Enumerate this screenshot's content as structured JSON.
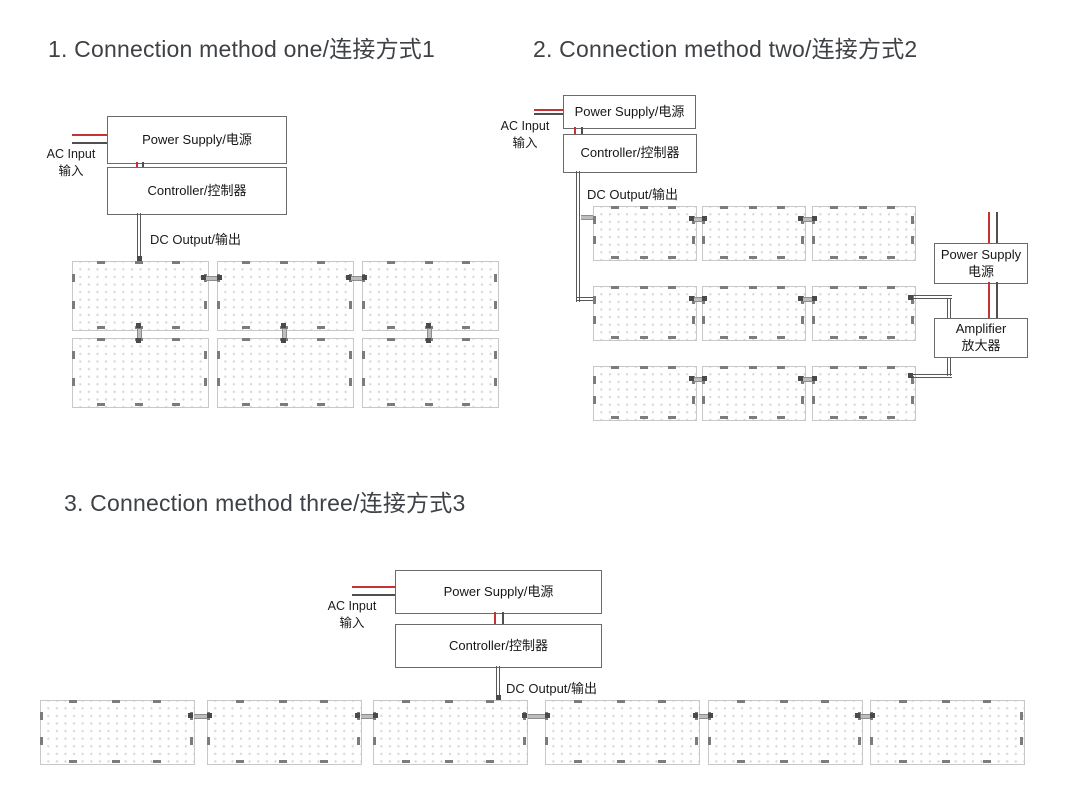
{
  "colors": {
    "wire_red": "#c53434",
    "wire_dark": "#4f4f4f",
    "box_border": "#6a6a6a",
    "panel_border": "#c8c8c8",
    "connector_gray": "#bdbdbd",
    "title_text": "#3e4145"
  },
  "diagrams": [
    {
      "title": "1. Connection method one/连接方式1",
      "labels": {
        "ac_input_en": "AC Input",
        "ac_input_cn": "输入",
        "power_supply": "Power Supply/电源",
        "controller": "Controller/控制器",
        "dc_output": "DC Output/输出"
      },
      "panel_grid": {
        "rows": 2,
        "cols": 3
      }
    },
    {
      "title": "2. Connection method two/连接方式2",
      "labels": {
        "ac_input_en": "AC Input",
        "ac_input_cn": "输入",
        "power_supply": "Power Supply/电源",
        "controller": "Controller/控制器",
        "dc_output": "DC Output/输出",
        "power_supply2_en": "Power Supply",
        "power_supply2_cn": "电源",
        "amplifier_en": "Amplifier",
        "amplifier_cn": "放大器"
      },
      "panel_grid": {
        "rows": 3,
        "cols": 3
      }
    },
    {
      "title": "3. Connection method three/连接方式3",
      "labels": {
        "ac_input_en": "AC Input",
        "ac_input_cn": "输入",
        "power_supply": "Power Supply/电源",
        "controller": "Controller/控制器",
        "dc_output": "DC Output/输出"
      },
      "panel_grid": {
        "rows": 1,
        "cols": 6
      }
    }
  ]
}
